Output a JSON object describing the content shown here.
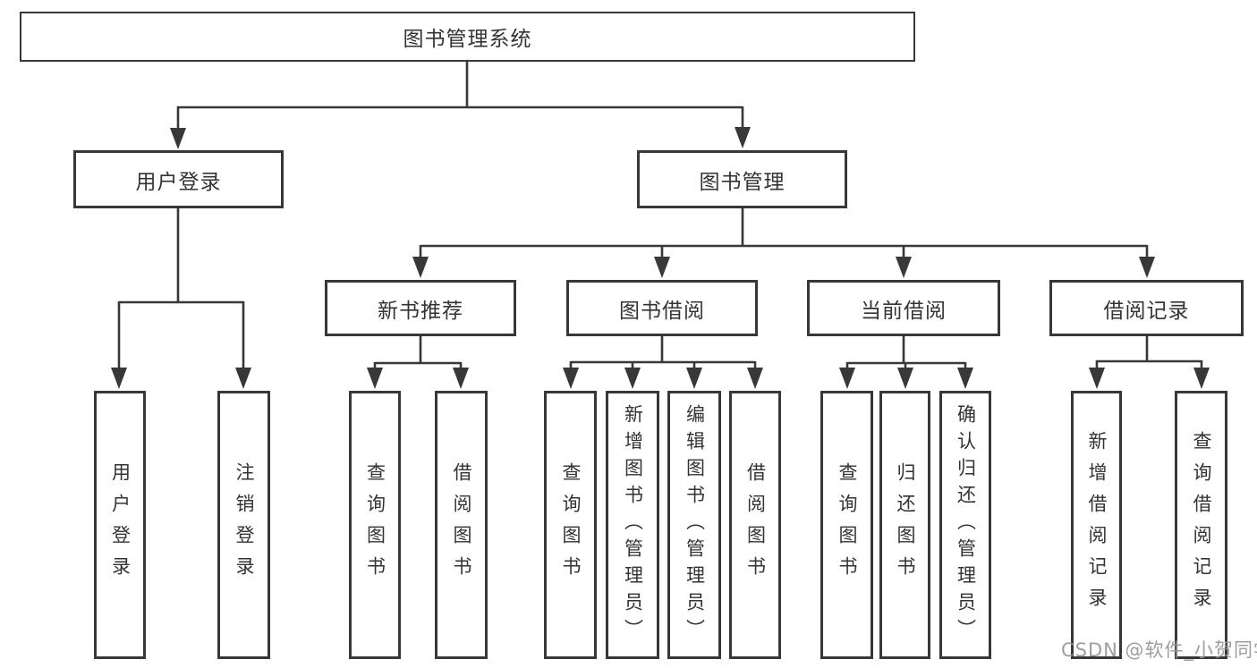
{
  "colors": {
    "line": "#383838",
    "text": "#333333",
    "box_fill": "#ffffff",
    "watermark": "#969696"
  },
  "watermark": "CSDN @软件_小贺同学",
  "tree": {
    "label": "图书管理系统",
    "children": [
      {
        "label": "用户登录",
        "children": [
          {
            "label": "用户登录"
          },
          {
            "label": "注销登录"
          }
        ]
      },
      {
        "label": "图书管理",
        "children": [
          {
            "label": "新书推荐",
            "children": [
              {
                "label": "查询图书"
              },
              {
                "label": "借阅图书"
              }
            ]
          },
          {
            "label": "图书借阅",
            "children": [
              {
                "label": "查询图书"
              },
              {
                "label": "新增图书（管理员）"
              },
              {
                "label": "编辑图书（管理员）"
              },
              {
                "label": "借阅图书"
              }
            ]
          },
          {
            "label": "当前借阅",
            "children": [
              {
                "label": "查询图书"
              },
              {
                "label": "归还图书"
              },
              {
                "label": "确认归还（管理员）"
              }
            ]
          },
          {
            "label": "借阅记录",
            "children": [
              {
                "label": "新增借阅记录"
              },
              {
                "label": "查询借阅记录"
              }
            ]
          }
        ]
      }
    ]
  }
}
